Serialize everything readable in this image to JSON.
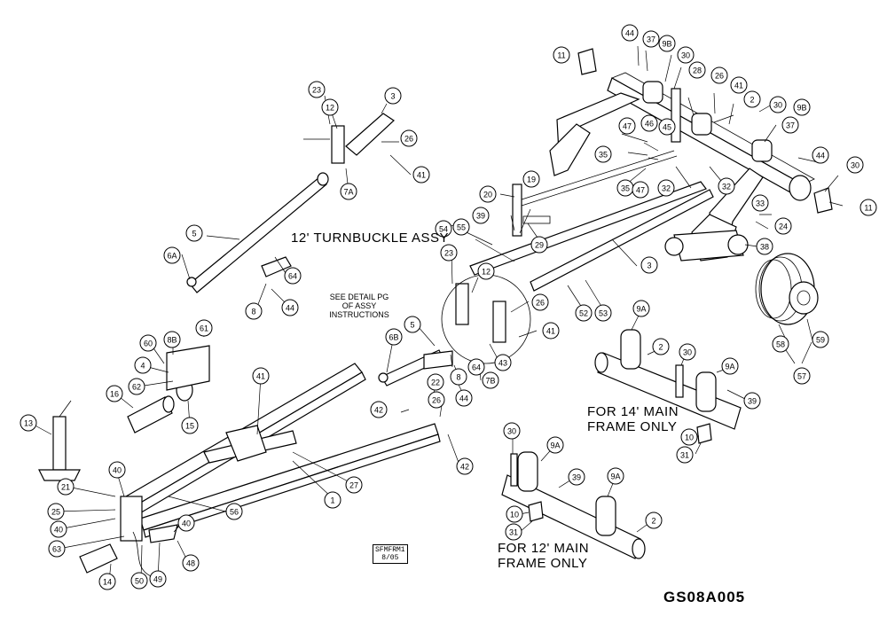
{
  "drawing": {
    "code": "GS08A005",
    "turnbuckle_label": "12' TURNBUCKLE ASSY",
    "detail_note_lines": [
      "SEE DETAIL PG",
      "OF ASSY",
      "INSTRUCTIONS"
    ],
    "main14_lines": [
      "FOR 14' MAIN",
      "FRAME ONLY"
    ],
    "main12_lines": [
      "FOR 12' MAIN",
      "FRAME ONLY"
    ],
    "stamp_lines": [
      "SFMFRM1",
      "8/05"
    ]
  },
  "callouts": [
    "11",
    "44",
    "37",
    "9B",
    "30",
    "28",
    "26",
    "41",
    "2",
    "30",
    "9B",
    "37",
    "44",
    "30",
    "11",
    "47",
    "46",
    "45",
    "35",
    "35",
    "47",
    "32",
    "32",
    "19",
    "20",
    "39",
    "29",
    "33",
    "24",
    "38",
    "54",
    "55",
    "3",
    "52",
    "53",
    "58",
    "59",
    "57",
    "23",
    "12",
    "3",
    "26",
    "41",
    "7A",
    "5",
    "6A",
    "64",
    "8",
    "44",
    "23",
    "12",
    "26",
    "41",
    "43",
    "7B",
    "64",
    "8",
    "44",
    "6B",
    "5",
    "22",
    "26",
    "42",
    "42",
    "61",
    "8B",
    "60",
    "4",
    "62",
    "16",
    "15",
    "41",
    "13",
    "40",
    "21",
    "25",
    "40",
    "63",
    "14",
    "50",
    "49",
    "48",
    "40",
    "1",
    "27",
    "56",
    "9A",
    "2",
    "30",
    "9A",
    "39",
    "10",
    "31",
    "30",
    "9A",
    "39",
    "9A",
    "10",
    "31",
    "2"
  ]
}
